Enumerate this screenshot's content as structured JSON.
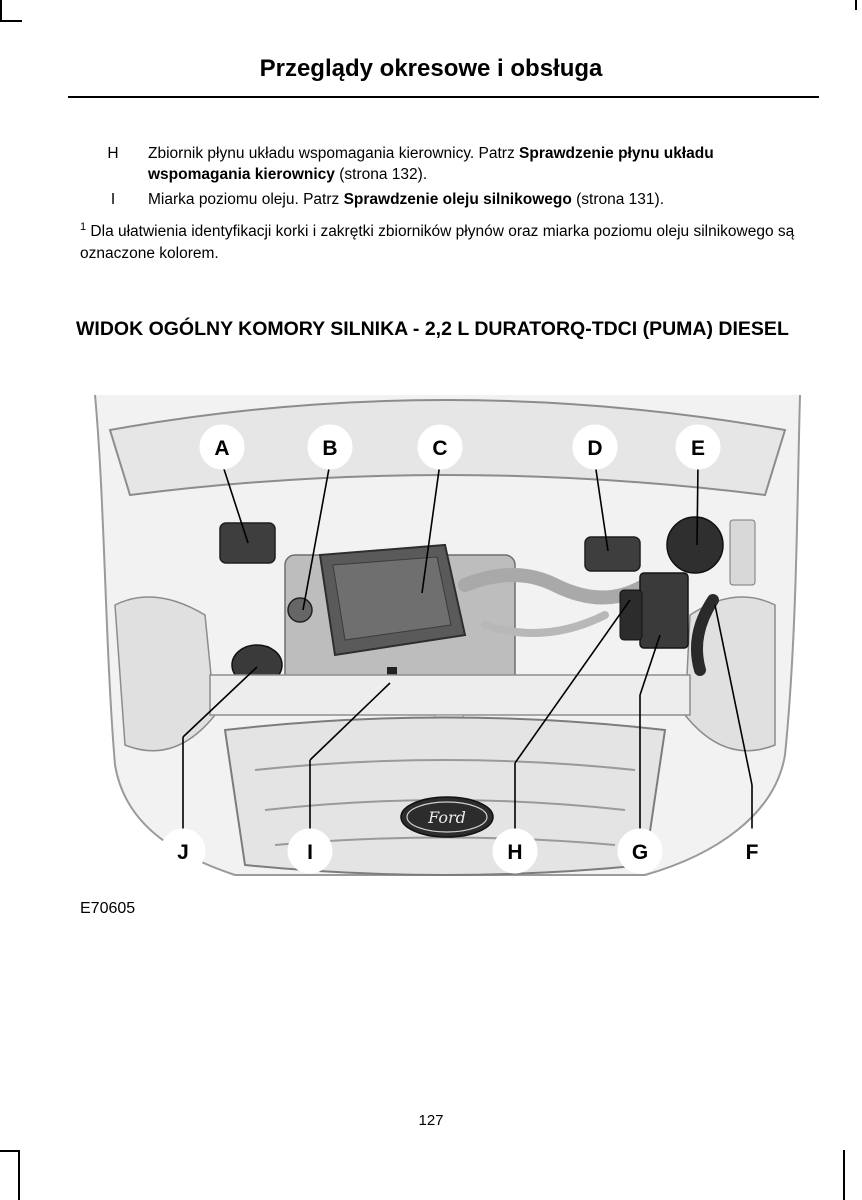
{
  "page": {
    "title": "Przeglądy okresowe i obsługa",
    "page_number": "127"
  },
  "items": [
    {
      "key": "H",
      "text": "Zbiornik płynu układu wspomagania kierownicy.  Patrz ",
      "bold": "Sprawdzenie płynu układu wspomagania kierownicy",
      "after": " (strona 132)."
    },
    {
      "key": "I",
      "text": "Miarka poziomu oleju.  Patrz ",
      "bold": "Sprawdzenie oleju silnikowego",
      "after": " (strona 131)."
    }
  ],
  "footnote": {
    "marker": "1",
    "text": " Dla ułatwienia identyfikacji korki i zakrętki zbiorników płynów oraz miarka poziomu oleju silnikowego są oznaczone kolorem."
  },
  "section": {
    "title": "WIDOK OGÓLNY KOMORY SILNIKA - 2,2 L DURATORQ-TDCI (PUMA) DIESEL"
  },
  "figure": {
    "code": "E70605",
    "badge_text": "Ford",
    "labels_top": [
      "A",
      "B",
      "C",
      "D",
      "E"
    ],
    "labels_bottom": [
      "J",
      "I",
      "H",
      "G",
      "F"
    ]
  }
}
